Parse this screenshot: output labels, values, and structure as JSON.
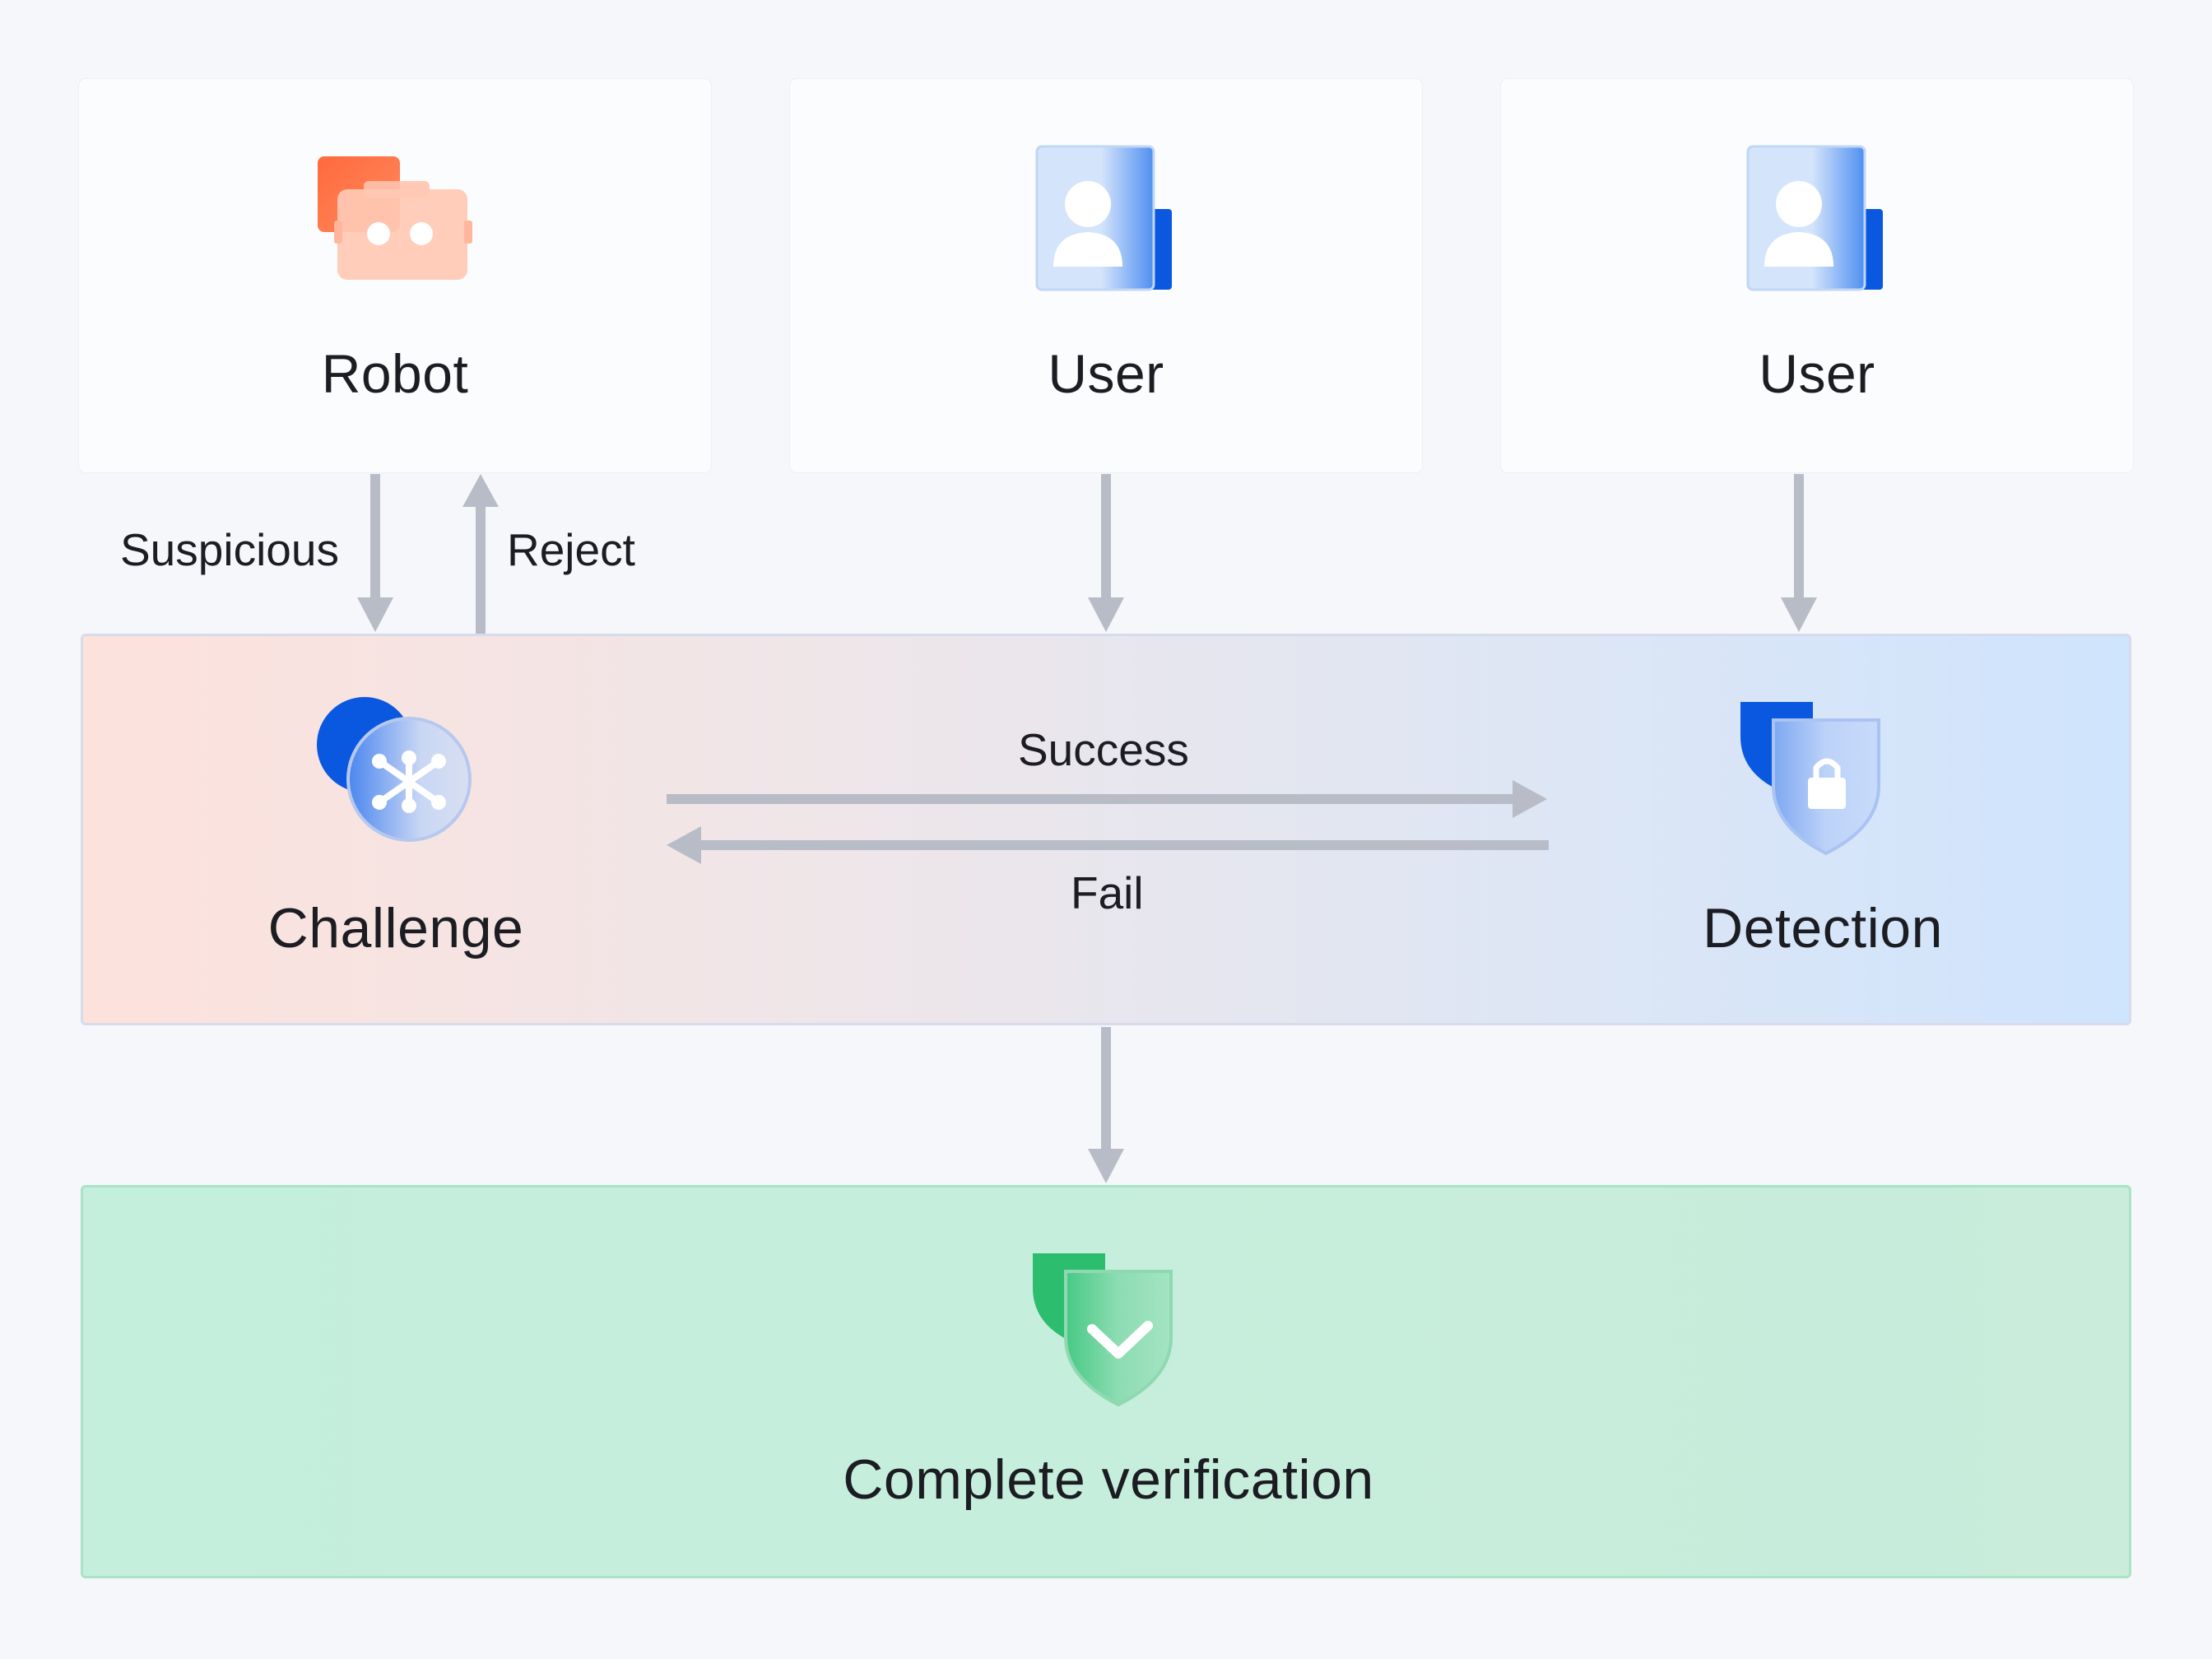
{
  "nodes": {
    "robot": {
      "label": "Robot",
      "icon": "robot-icon"
    },
    "user1": {
      "label": "User",
      "icon": "user-icon"
    },
    "user2": {
      "label": "User",
      "icon": "user-icon"
    },
    "challenge": {
      "label": "Challenge",
      "icon": "challenge-icon"
    },
    "detection": {
      "label": "Detection",
      "icon": "shield-lock-icon"
    },
    "complete": {
      "label": "Complete verification",
      "icon": "shield-check-icon"
    }
  },
  "edges": {
    "suspicious": "Suspicious",
    "reject": "Reject",
    "success": "Success",
    "fail": "Fail"
  },
  "colors": {
    "robot_orange": "#ff6a3d",
    "blue": "#0a58e0",
    "green": "#2dbd6e",
    "arrow_gray": "#b8bcc6"
  }
}
